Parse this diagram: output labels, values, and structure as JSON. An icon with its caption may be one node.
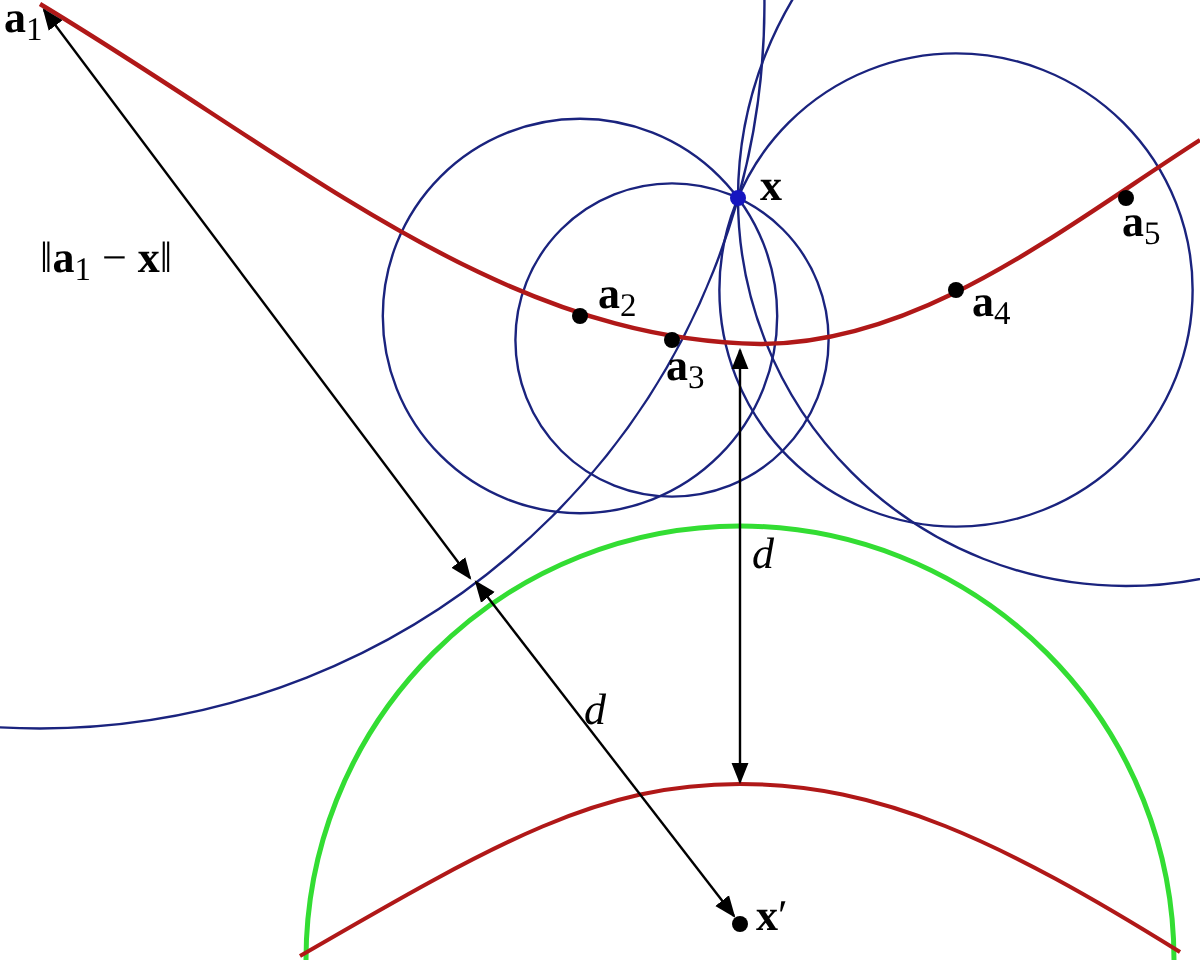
{
  "diagram": {
    "labels": [
      "**a**$_{1}$",
      "‖**a**$_{1}$ − **x**‖",
      "x",
      "**a**$_{2}$",
      "**a**$_{3}$",
      "**a**$_{4}$",
      "**a**$_{5}$",
      "d",
      "d",
      "**x**′"
    ]
  }
}
